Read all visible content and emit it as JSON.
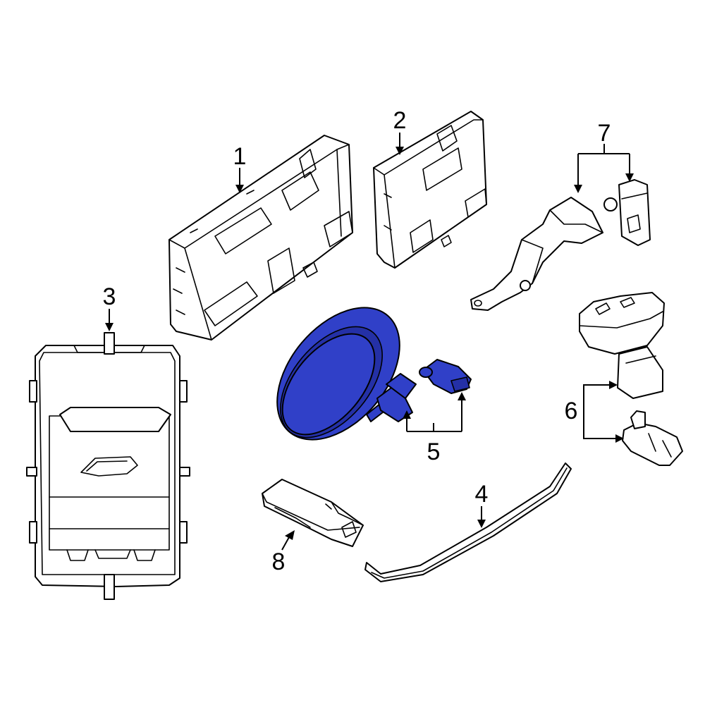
{
  "diagram": {
    "highlight_color": "#3040c8",
    "line_color": "#000000",
    "background": "#ffffff",
    "callouts": [
      {
        "id": "1",
        "label": "1"
      },
      {
        "id": "2",
        "label": "2"
      },
      {
        "id": "3",
        "label": "3"
      },
      {
        "id": "4",
        "label": "4"
      },
      {
        "id": "5",
        "label": "5"
      },
      {
        "id": "6",
        "label": "6"
      },
      {
        "id": "7",
        "label": "7"
      },
      {
        "id": "8",
        "label": "8"
      }
    ],
    "highlighted_part": "5"
  }
}
